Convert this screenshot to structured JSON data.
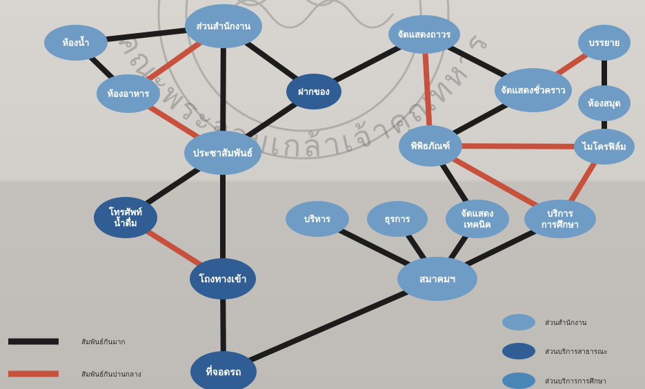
{
  "title": "",
  "nodes": {
    "hong_nam": {
      "label": "ห้องน้ำ",
      "kind": "office"
    },
    "suan_nak_ngan": {
      "label": "ส่วนสำนักงาน",
      "kind": "office"
    },
    "chat_sadaeng_thawon": {
      "label": "จัดแสดงถาวร",
      "kind": "office"
    },
    "banyai": {
      "label": "บรรยาย",
      "kind": "office"
    },
    "hong_ahan": {
      "label": "ห้องอาหาร",
      "kind": "office"
    },
    "rak_khong": {
      "label": "ฝากของ",
      "kind": "public"
    },
    "chat_sadaeng_chuakhrao": {
      "label": "จัดแสดงชั่วคราว",
      "kind": "office"
    },
    "hong_samut": {
      "label": "ห้องสมุด",
      "kind": "office"
    },
    "prachasamphan": {
      "label": "ประชาสัมพันธ์",
      "kind": "office"
    },
    "phiphitthaphan": {
      "label": "พิพิธภัณฑ์",
      "kind": "office"
    },
    "micro_film": {
      "label": "ไมโครฟิล์ม",
      "kind": "office"
    },
    "khong_thi_raluek": {
      "label": "โทรศัพท์ น้ำดื่ม",
      "kind": "public"
    },
    "borihan": {
      "label": "บริหาร",
      "kind": "office"
    },
    "thurakan": {
      "label": "ธุรการ",
      "kind": "office"
    },
    "chat_sadaeng_technic": {
      "label": "จัดแสดง เทคนิค",
      "kind": "office"
    },
    "borikan_sueksa": {
      "label": "บริการ การศึกษา",
      "kind": "office"
    },
    "ong_thang_khao": {
      "label": "โถงทางเข้า",
      "kind": "public"
    },
    "samakhom": {
      "label": "สมาคมฯ",
      "kind": "office"
    },
    "thi_jot_rot": {
      "label": "ที่จอดรถ",
      "kind": "public"
    }
  },
  "edges": [
    {
      "from": "hong_nam",
      "to": "suan_nak_ngan",
      "strength": "strong"
    },
    {
      "from": "hong_nam",
      "to": "hong_ahan",
      "strength": "strong"
    },
    {
      "from": "suan_nak_ngan",
      "to": "hong_ahan",
      "strength": "medium"
    },
    {
      "from": "suan_nak_ngan",
      "to": "rak_khong",
      "strength": "strong"
    },
    {
      "from": "suan_nak_ngan",
      "to": "prachasamphan",
      "strength": "strong"
    },
    {
      "from": "hong_ahan",
      "to": "prachasamphan",
      "strength": "medium"
    },
    {
      "from": "rak_khong",
      "to": "prachasamphan",
      "strength": "strong"
    },
    {
      "from": "rak_khong",
      "to": "chat_sadaeng_thawon",
      "strength": "strong"
    },
    {
      "from": "chat_sadaeng_thawon",
      "to": "chat_sadaeng_chuakhrao",
      "strength": "strong"
    },
    {
      "from": "chat_sadaeng_thawon",
      "to": "phiphitthaphan",
      "strength": "medium"
    },
    {
      "from": "chat_sadaeng_chuakhrao",
      "to": "banyai",
      "strength": "medium"
    },
    {
      "from": "chat_sadaeng_chuakhrao",
      "to": "phiphitthaphan",
      "strength": "strong"
    },
    {
      "from": "banyai",
      "to": "hong_samut",
      "strength": "strong"
    },
    {
      "from": "hong_samut",
      "to": "micro_film",
      "strength": "strong"
    },
    {
      "from": "phiphitthaphan",
      "to": "micro_film",
      "strength": "medium"
    },
    {
      "from": "phiphitthaphan",
      "to": "borikan_sueksa",
      "strength": "medium"
    },
    {
      "from": "phiphitthaphan",
      "to": "chat_sadaeng_technic",
      "strength": "strong"
    },
    {
      "from": "micro_film",
      "to": "borikan_sueksa",
      "strength": "medium"
    },
    {
      "from": "prachasamphan",
      "to": "khong_thi_raluek",
      "strength": "strong"
    },
    {
      "from": "prachasamphan",
      "to": "ong_thang_khao",
      "strength": "strong"
    },
    {
      "from": "khong_thi_raluek",
      "to": "ong_thang_khao",
      "strength": "medium"
    },
    {
      "from": "ong_thang_khao",
      "to": "thi_jot_rot",
      "strength": "strong"
    },
    {
      "from": "thi_jot_rot",
      "to": "samakhom",
      "strength": "strong"
    },
    {
      "from": "samakhom",
      "to": "borihan",
      "strength": "strong"
    },
    {
      "from": "samakhom",
      "to": "thurakan",
      "strength": "strong"
    },
    {
      "from": "samakhom",
      "to": "chat_sadaeng_technic",
      "strength": "strong"
    },
    {
      "from": "samakhom",
      "to": "borikan_sueksa",
      "strength": "strong"
    }
  ],
  "legend": {
    "lines": [
      {
        "label": "สัมพันธ์กันมาก",
        "strength": "strong"
      },
      {
        "label": "สัมพันธ์กันปานกลาง",
        "strength": "medium"
      }
    ],
    "nodes": [
      {
        "label": "ส่วนสำนักงาน",
        "kind": "office"
      },
      {
        "label": "ส่วนบริการสาธารณะ",
        "kind": "public"
      },
      {
        "label": "ส่วนบริการการศึกษา",
        "kind": "education"
      }
    ]
  },
  "watermark": {
    "text": "คณะพระจอมเกล้าเจ้าคุณทหาร"
  },
  "colors": {
    "strong": "#1c1c1c",
    "medium": "#c8513d",
    "office": "#6f9cc4",
    "public": "#2f5d94",
    "education": "#4b86b8",
    "label": "#ffffff",
    "legend_text": "#2a2a2a",
    "background": "#cfcbc6"
  }
}
